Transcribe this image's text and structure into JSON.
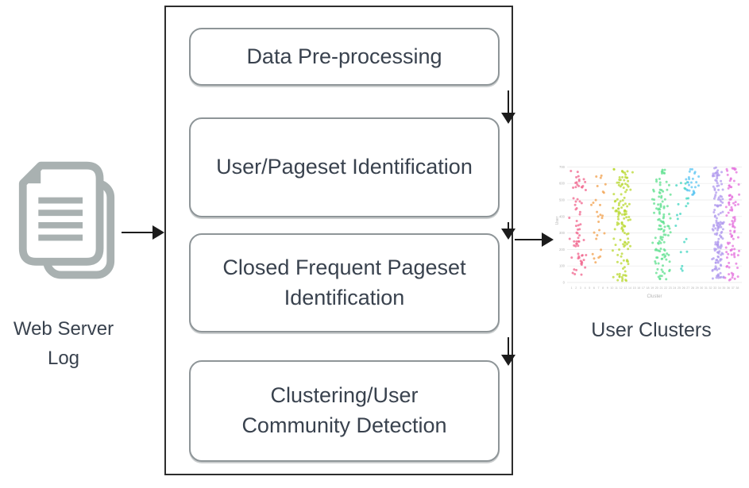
{
  "input": {
    "label": "Web Server Log"
  },
  "output": {
    "label": "User Clusters"
  },
  "pipeline": {
    "steps": [
      {
        "label": "Data Pre-processing"
      },
      {
        "label": "User/Pageset Identification"
      },
      {
        "label": "Closed Frequent Pageset Identification"
      },
      {
        "label": "Clustering/User Community Detection"
      }
    ]
  },
  "colors": {
    "text": "#39424e",
    "box_border": "#8e9598",
    "outer_border": "#2d2d2d",
    "arrow": "#1c1c1c",
    "icon_gray": "#a9b1b1",
    "grid": "#e9e9e9",
    "tick_text": "#b4b4b4"
  },
  "chart_data": {
    "type": "scatter",
    "title": "",
    "xlabel": "Cluster",
    "ylabel": "User",
    "xlim": [
      0,
      39
    ],
    "ylim": [
      0,
      750
    ],
    "x_ticks": [
      "1",
      "2",
      "3",
      "4",
      "5",
      "6",
      "7",
      "8",
      "9",
      "10",
      "11",
      "12",
      "13",
      "14",
      "15",
      "16",
      "17",
      "18",
      "19",
      "20",
      "21",
      "22",
      "23",
      "24",
      "25",
      "26",
      "27",
      "28",
      "29",
      "30",
      "31",
      "32",
      "33",
      "34",
      "35",
      "36",
      "37",
      "38"
    ],
    "y_ticks": [
      0,
      100,
      200,
      300,
      400,
      500,
      600,
      700
    ],
    "grid": "horizontal",
    "legend": "none",
    "clusters": [
      {
        "name": "cluster-pink",
        "color": "#f0648c",
        "x_center": 2.5,
        "x_spread": 2.2,
        "y_min": 30,
        "y_max": 680,
        "count": 70
      },
      {
        "name": "cluster-orange",
        "color": "#f2a04c",
        "x_center": 7.2,
        "x_spread": 2.0,
        "y_min": 120,
        "y_max": 660,
        "count": 28
      },
      {
        "name": "cluster-chartreuse",
        "color": "#b9d832",
        "x_center": 12.3,
        "x_spread": 2.4,
        "y_min": 10,
        "y_max": 690,
        "count": 130
      },
      {
        "name": "cluster-green",
        "color": "#5fe08f",
        "x_center": 21.0,
        "x_spread": 2.3,
        "y_min": 10,
        "y_max": 690,
        "count": 120
      },
      {
        "name": "cluster-teal",
        "color": "#3fd6c0",
        "x_center": 25.6,
        "x_spread": 1.8,
        "y_min": 60,
        "y_max": 620,
        "count": 22
      },
      {
        "name": "cluster-skyblue",
        "color": "#5cc6f2",
        "x_center": 28.0,
        "x_spread": 1.6,
        "y_min": 520,
        "y_max": 690,
        "count": 26
      },
      {
        "name": "cluster-lavender",
        "color": "#b09aee",
        "x_center": 33.7,
        "x_spread": 1.5,
        "y_min": 10,
        "y_max": 700,
        "count": 150
      },
      {
        "name": "cluster-magenta",
        "color": "#e473dd",
        "x_center": 36.8,
        "x_spread": 1.7,
        "y_min": 10,
        "y_max": 700,
        "count": 95
      }
    ]
  }
}
